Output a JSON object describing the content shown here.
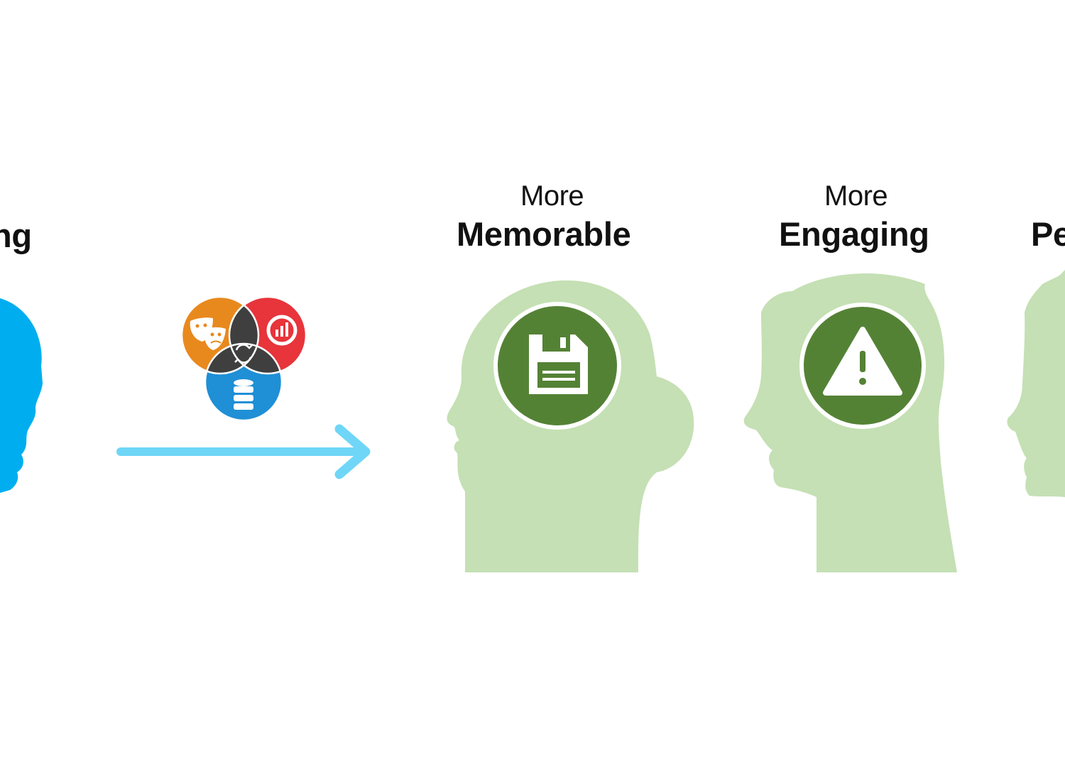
{
  "colors": {
    "background": "#ffffff",
    "head_blue": "#00aeef",
    "head_green": "#c5e0b4",
    "badge_green": "#548235",
    "arrow_blue": "#6fd6f7",
    "venn_orange": "#e8891e",
    "venn_red": "#e8343b",
    "venn_blue": "#1f8fd6",
    "venn_dark": "#3f3f3f",
    "text": "#111111"
  },
  "labels": {
    "left_cut": "ng",
    "memorable_prefix": "More",
    "memorable": "Memorable",
    "engaging_prefix": "More",
    "engaging": "Engaging",
    "right_cut": "Pe"
  },
  "icons": {
    "left_head": "blue-head-silhouette",
    "venn": "venn-diagram-icon",
    "venn_orange": "theater-masks-icon",
    "venn_red": "chart-icon",
    "venn_blue": "database-icon",
    "venn_center": "refresh-icon",
    "arrow": "right-arrow",
    "memorable_head": "female-head-silhouette",
    "memorable_badge": "floppy-disk-icon",
    "engaging_head": "male-head-silhouette",
    "engaging_badge": "warning-icon",
    "right_head": "head-silhouette"
  }
}
